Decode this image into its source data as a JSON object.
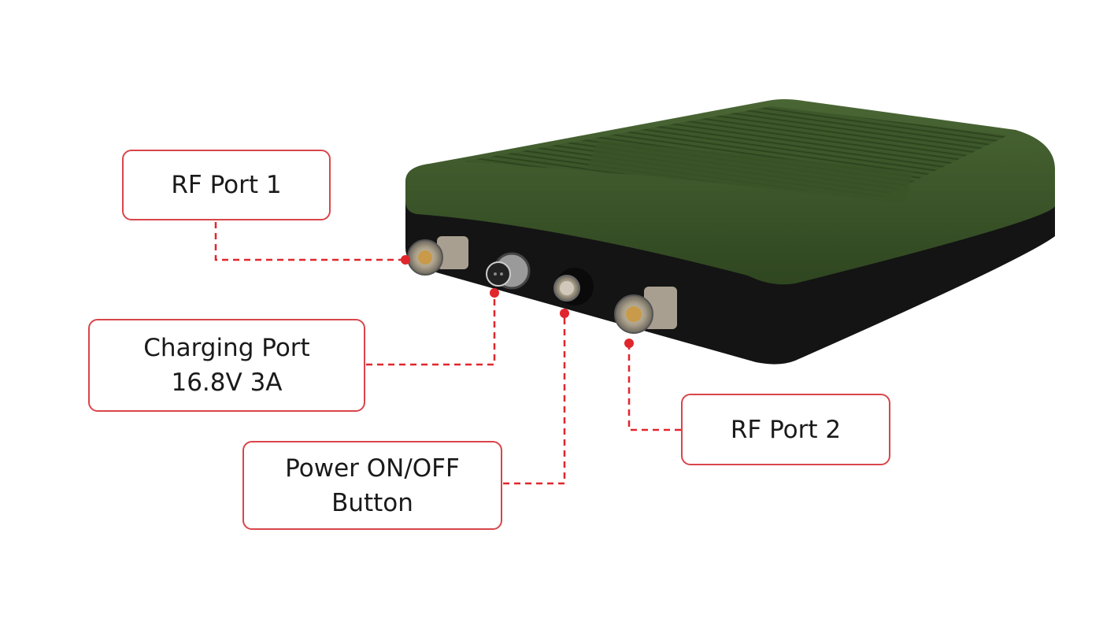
{
  "colors": {
    "callout_border": "#d9454a",
    "leader_line": "#e0262c",
    "device_green": "#3f5a2c",
    "device_body": "#141414"
  },
  "device": {
    "icons": [
      "rf-n-connector-icon",
      "charging-socket-icon",
      "power-button-icon",
      "rf-n-connector-icon"
    ]
  },
  "callouts": {
    "rf_port_1": {
      "lines": [
        "RF Port 1"
      ]
    },
    "charging_port": {
      "lines": [
        "Charging Port",
        "16.8V 3A"
      ]
    },
    "power_button": {
      "lines": [
        "Power ON/OFF",
        "Button"
      ]
    },
    "rf_port_2": {
      "lines": [
        "RF Port 2"
      ]
    }
  }
}
